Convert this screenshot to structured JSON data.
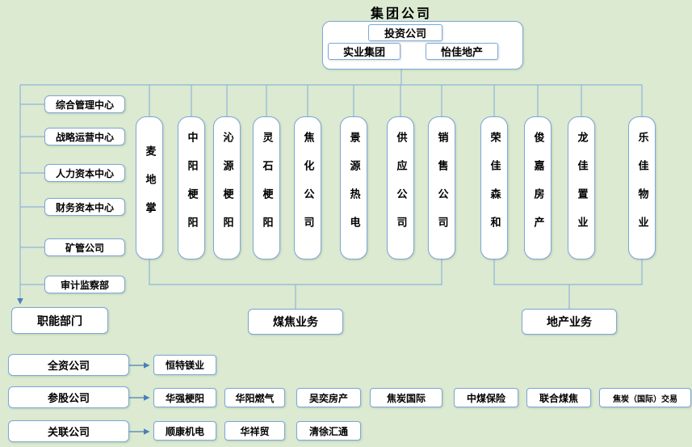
{
  "title": "集团公司",
  "top_group": {
    "investment": "投资公司",
    "industry": "实业集团",
    "estate": "怡佳地产"
  },
  "left_departments": [
    "综合管理中心",
    "战略运营中心",
    "人力资本中心",
    "财务资本中心",
    "矿管公司",
    "审计监察部"
  ],
  "left_summary": "职能部门",
  "coal_companies": [
    "麦地掌",
    "中阳梗阳",
    "沁源梗阳",
    "灵石梗阳",
    "焦化公司",
    "景源热电",
    "供应公司",
    "销售公司"
  ],
  "coal_summary": "煤焦业务",
  "estate_companies": [
    "荣佳森和",
    "俊嘉房产",
    "龙佳置业",
    "乐佳物业"
  ],
  "estate_summary": "地产业务",
  "bottom_rows": [
    {
      "label": "全资公司",
      "items": [
        "恒特镁业"
      ]
    },
    {
      "label": "参股公司",
      "items": [
        "华强梗阳",
        "华阳燃气",
        "吴奕房产",
        "焦炭国际",
        "中煤保险",
        "联合煤焦",
        "焦炭（国际）交易"
      ]
    },
    {
      "label": "关联公司",
      "items": [
        "顺康机电",
        "华祥贸",
        "清徐汇通"
      ]
    }
  ],
  "colors": {
    "background": "#dbead0",
    "box_border": "#7ea6d8",
    "connector": "#8fb4dc",
    "arrow": "#4a7ebb",
    "text": "#000000"
  }
}
